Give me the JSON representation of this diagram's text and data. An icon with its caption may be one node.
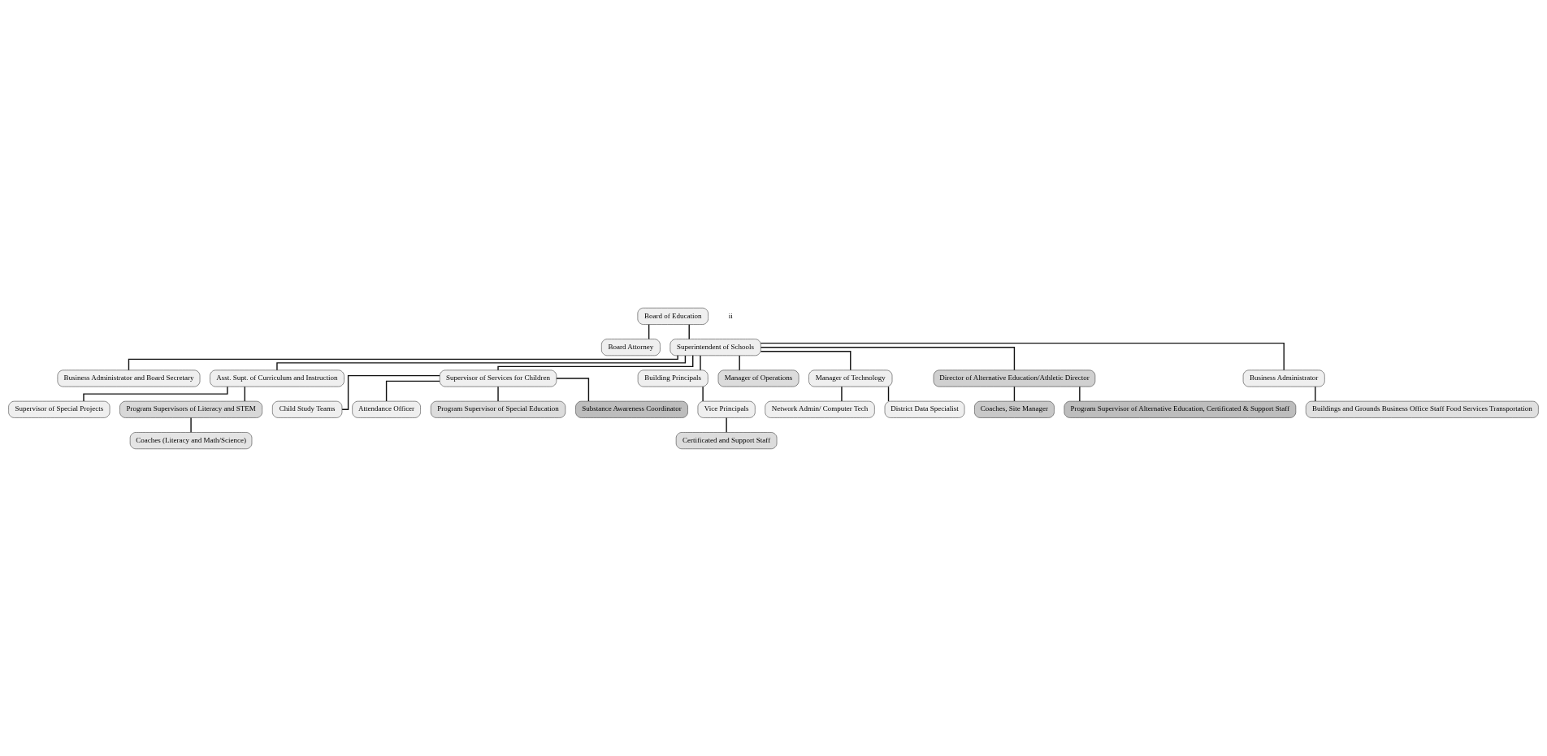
{
  "diagram": {
    "nodes": [
      {
        "text": [
          "Board of Education"
        ]
      },
      {
        "text": [
          "Board Attorney"
        ]
      },
      {
        "text": [
          "Superintendent of Schools"
        ]
      },
      {
        "text": [
          "Business Administrator and Board Secretary"
        ]
      },
      {
        "text": [
          "Asst. Supt. of Curriculum and Instruction"
        ]
      },
      {
        "text": [
          "Supervisor of Special Projects"
        ]
      },
      {
        "text": [
          "Program Supervisors of Literacy and STEM"
        ]
      },
      {
        "text": [
          "Coaches (Literacy and Math/Science)"
        ]
      },
      {
        "text": [
          "Supervisor of Services for Children"
        ]
      },
      {
        "text": [
          "Child Study Teams"
        ]
      },
      {
        "text": [
          "Attendance Officer"
        ]
      },
      {
        "text": [
          "Program Supervisor of Special Education"
        ]
      },
      {
        "text": [
          "Substance Awareness Coordinator"
        ]
      },
      {
        "text": [
          "Building Principals"
        ]
      },
      {
        "text": [
          "Vice Principals"
        ]
      },
      {
        "text": [
          "Certificated and Support Staff"
        ]
      },
      {
        "text": [
          "Manager of Operations"
        ]
      },
      {
        "text": [
          "Manager of Technology"
        ]
      },
      {
        "text": [
          "Network Admin/ Computer Tech"
        ]
      },
      {
        "text": [
          "District Data Specialist"
        ]
      },
      {
        "text": [
          "Director of Alternative Education/Athletic Director"
        ]
      },
      {
        "text": [
          "Coaches, Site Manager"
        ]
      },
      {
        "text": [
          "Program Supervisor of Alternative Education, Certificated & Support Staff"
        ]
      },
      {
        "text": [
          "Business Administrator"
        ]
      },
      {
        "text": [
          "Buildings and Grounds Business Office Staff Food Services Transportation"
        ]
      }
    ],
    "edges": [
      {
        "from": 0,
        "to": 1,
        "arrow": "none"
      },
      {
        "from": 0,
        "to": 2,
        "arrow": "none"
      },
      {
        "from": 2,
        "to": 3,
        "arrow": "none"
      },
      {
        "from": 2,
        "to": 4,
        "arrow": "none"
      },
      {
        "from": 2,
        "to": 8,
        "arrow": "none"
      },
      {
        "from": 2,
        "to": 13,
        "arrow": "none"
      },
      {
        "from": 2,
        "to": 16,
        "arrow": "none"
      },
      {
        "from": 2,
        "to": 20,
        "arrow": "none"
      },
      {
        "from": 2,
        "to": 17,
        "arrow": "none"
      },
      {
        "from": 2,
        "to": 23,
        "arrow": "none"
      },
      {
        "from": 4,
        "to": 5,
        "arrow": "none"
      },
      {
        "from": 4,
        "to": 6,
        "arrow": "none"
      },
      {
        "from": 6,
        "to": 7,
        "arrow": "none"
      },
      {
        "from": 8,
        "to": 9,
        "arrow": "none"
      },
      {
        "from": 8,
        "to": 10,
        "arrow": "none"
      },
      {
        "from": 8,
        "to": 11,
        "arrow": "none"
      },
      {
        "from": 8,
        "to": 12,
        "arrow": "none"
      },
      {
        "from": 13,
        "to": 14,
        "arrow": "none"
      },
      {
        "from": 14,
        "to": 15,
        "arrow": "none"
      },
      {
        "from": 17,
        "to": 18,
        "arrow": "none"
      },
      {
        "from": 17,
        "to": 19,
        "arrow": "none"
      },
      {
        "from": 20,
        "to": 21,
        "arrow": "none"
      },
      {
        "from": 20,
        "to": 22,
        "arrow": "none"
      },
      {
        "from": 23,
        "to": 24,
        "arrow": "none"
      }
    ],
    "labels": [
      "ii"
    ]
  }
}
